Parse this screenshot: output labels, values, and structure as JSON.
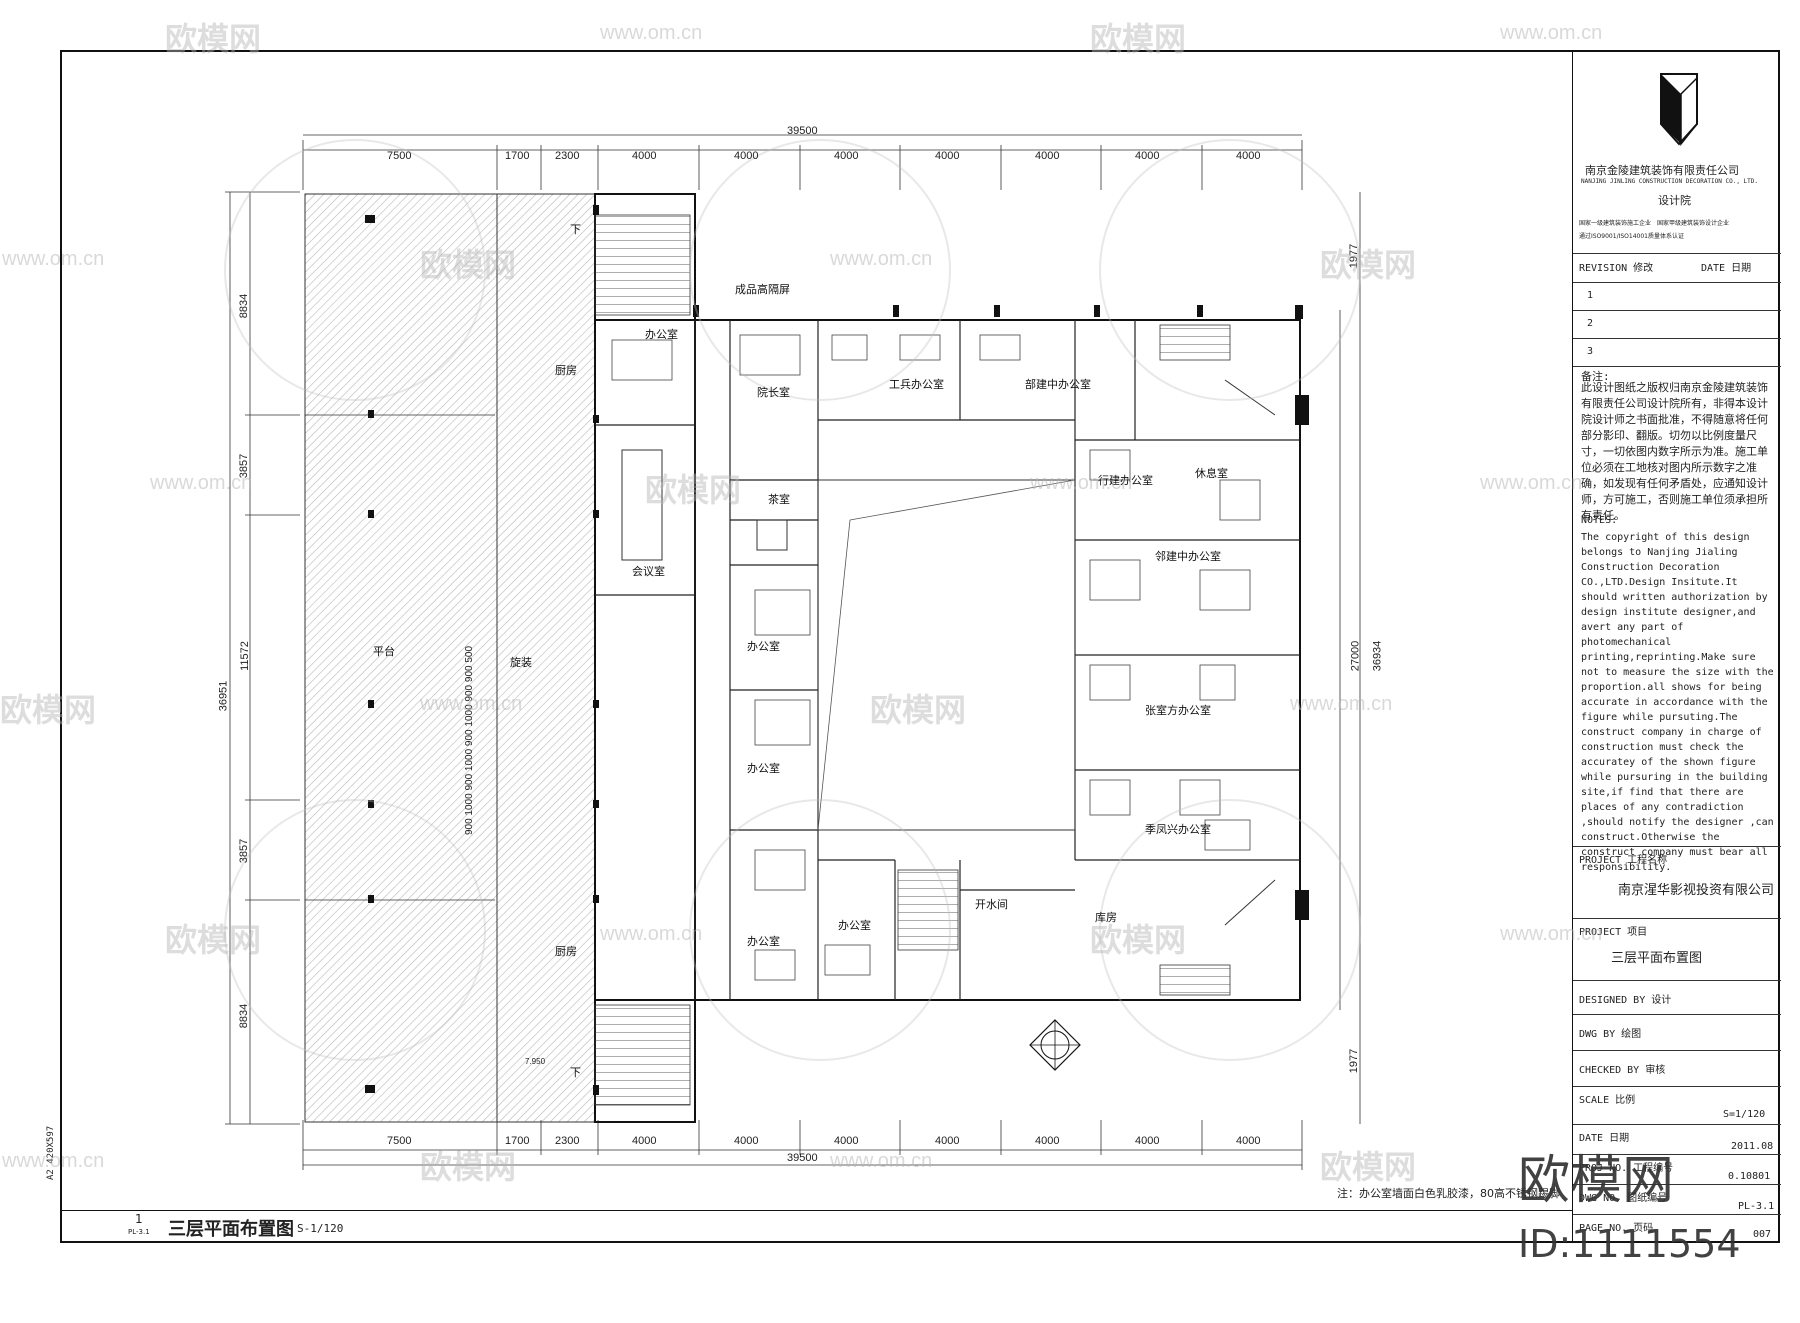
{
  "drawing": {
    "title": "三层平面布置图",
    "title_scale": "S-1/120",
    "index_number": "1",
    "index_sheet": "PL-3.1",
    "margin_text": "A2 420X597",
    "footnote": "注：办公室墙面白色乳胶漆，80高不锈钢踢脚"
  },
  "dimensions": {
    "top_total": "39500",
    "bottom_total": "39500",
    "top_segments": [
      "7500",
      "1700",
      "2300",
      "4000",
      "4000",
      "4000",
      "4000",
      "4000",
      "4000",
      "4000"
    ],
    "bottom_segments": [
      "7500",
      "1700",
      "2300",
      "4000",
      "4000",
      "4000",
      "4000",
      "4000",
      "4000",
      "4000"
    ],
    "left_total": "36951",
    "left_segments": [
      "8834",
      "3857",
      "11572",
      "3857",
      "8834"
    ],
    "right_inner": "27000",
    "right_total": "36934",
    "right_top": "1977",
    "right_bottom": "1977",
    "stair_dims": "900 1000 900 1000 900 1000 900 900 500",
    "level": "7.950"
  },
  "rooms": {
    "office_1": "办公室",
    "kitchen_top": "厨房",
    "meeting": "会议室",
    "director": "院长室",
    "tea": "茶室",
    "engineering": "工兵办公室",
    "deptmid": "部建中办公室",
    "glass_screen": "成品高隔屏",
    "rest": "休息室",
    "admin": "行建办公室",
    "deptmid2": "邻建中办公室",
    "zhang": "张室方办公室",
    "ji": "季凤兴办公室",
    "office_2": "办公室",
    "office_3": "办公室",
    "office_4": "办公室",
    "office_5": "办公室",
    "kitchen_bottom": "厨房",
    "warehouse": "库房",
    "water": "开水间",
    "platform": "平台",
    "parquet": "旋装",
    "down_label": "下"
  },
  "title_block": {
    "company_cn": "南京金陵建筑装饰有限责任公司",
    "company_en": "NANJING JINLING CONSTRUCTION DECORATION CO., LTD.",
    "institute": "设计院",
    "cert_line": "国家一级建筑装饰施工企业　国家甲级建筑装饰设计企业",
    "iso_line": "通过ISO9001/ISO14001质量体系认证",
    "revision_label": "REVISION 修改",
    "date_label": "DATE 日期",
    "revisions": [
      "1",
      "2",
      "3"
    ],
    "notes_cn_title": "备注:",
    "notes_cn": "此设计图纸之版权归南京金陵建筑装饰有限责任公司设计院所有，非得本设计院设计师之书面批准，不得随意将任何部分影印、翻版。切勿以比例度量尺寸，一切依图内数字所示为准。施工单位必须在工地核对图内所示数字之准确，如发现有任何矛盾处，应通知设计师，方可施工，否则施工单位须承担所有责任。",
    "notes_en_title": "NOTES:",
    "notes_en": "The copyright of this design belongs to Nanjing Jialing Construction Decoration CO.,LTD.Design Insitute.It should written authorization by design institute designer,and avert any part of photomechanical printing,reprinting.Make sure not to measure the size with the proportion.all shows for being accurate in accordance with the figure while pursuting.The construct company in charge of construction must check the accuratey of the shown figure while pursuring in the building site,if find that there are places of any contradiction ,should notify the designer ,can construct.Otherwise the construct company must bear all responsibility.",
    "project_label": "PROJECT 工程名称",
    "project_name": "南京湦华影视投资有限公司",
    "item_label": "PROJECT 项目",
    "item_name": "三层平面布置图",
    "designed_label": "DESIGNED BY 设计",
    "drawn_label": "DWG BY 绘图",
    "checked_label": "CHECKED BY 审核",
    "scale_label": "SCALE 比例",
    "scale_value": "S=1/120",
    "date_row_label": "DATE 日期",
    "date_value": "2011.08",
    "proj_no_label": "PROJ NO. 工程编号",
    "proj_no_value": "0.10801",
    "dwg_no_label": "DWG NO. 图纸编号",
    "dwg_no_value": "PL-3.1",
    "page_label": "PAGE NO. 页码",
    "page_value": "007"
  },
  "watermark": {
    "brand": "欧模网",
    "url": "www.om.cn",
    "id": "ID:1111554"
  }
}
